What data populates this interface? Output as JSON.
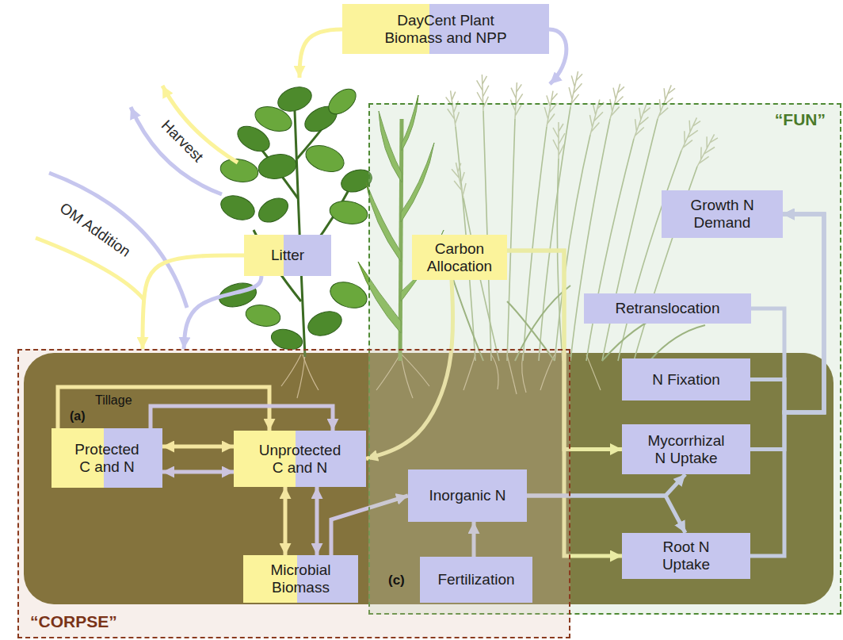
{
  "diagram": {
    "nodes": [
      {
        "text": [
          "DayCent Plant Biomass and NPP"
        ]
      },
      {
        "text": [
          "“FUN”"
        ]
      },
      {
        "text": [
          "Growth N Demand"
        ],
        "in": 1
      },
      {
        "text": [
          "Litter"
        ]
      },
      {
        "text": [
          "Carbon Allocation"
        ],
        "in": 1
      },
      {
        "text": [
          "Retranslocation"
        ],
        "in": 1
      },
      {
        "text": [
          "“CORPSE”"
        ]
      },
      {
        "text": [
          "Protected C and N"
        ],
        "in": 6
      },
      {
        "text": [
          "Unprotected C and N"
        ],
        "in": 6
      },
      {
        "text": [
          "N Fixation"
        ],
        "in": 1
      },
      {
        "text": [
          "Mycorrhizal N Uptake"
        ],
        "in": 1
      },
      {
        "text": [
          "Inorganic N"
        ],
        "in": 6
      },
      {
        "text": [
          "Microbial Biomass"
        ],
        "in": 6
      },
      {
        "text": [
          "Root N Uptake"
        ],
        "in": 1
      },
      {
        "text": [
          "Fertilization"
        ],
        "in": 6
      }
    ],
    "edges": [
      {
        "from": 3,
        "to": 6,
        "arrow": "to"
      },
      {
        "from": 3,
        "to": 6,
        "arrow": "to"
      },
      {
        "from": 7,
        "to": 8,
        "label": "Tillage",
        "arrow": "to"
      },
      {
        "from": 7,
        "to": 8,
        "arrow": "to"
      },
      {
        "from": 7,
        "to": 8,
        "arrow": "both"
      },
      {
        "from": 7,
        "to": 8,
        "arrow": "both"
      },
      {
        "from": 4,
        "to": 8,
        "arrow": "to"
      },
      {
        "from": 8,
        "to": 12,
        "arrow": "both"
      },
      {
        "from": 8,
        "to": 12,
        "arrow": "both"
      },
      {
        "from": 12,
        "to": 11,
        "arrow": "to"
      },
      {
        "from": 4,
        "to": 10,
        "arrow": "to"
      },
      {
        "from": 4,
        "to": 13,
        "arrow": "to"
      },
      {
        "from": 14,
        "to": 11,
        "arrow": "to"
      },
      {
        "from": 11,
        "to": 10,
        "arrow": "to"
      },
      {
        "from": 11,
        "to": 13,
        "arrow": "to"
      },
      {
        "from": 5,
        "to": 2,
        "arrow": "to"
      },
      {
        "from": 9,
        "to": 2,
        "arrow": "to"
      },
      {
        "from": 10,
        "to": 2,
        "arrow": "to"
      },
      {
        "from": 13,
        "to": 2,
        "arrow": "to"
      }
    ],
    "labels": [
      "OM Addition",
      "Harvest",
      "(a)",
      "(c)"
    ]
  }
}
